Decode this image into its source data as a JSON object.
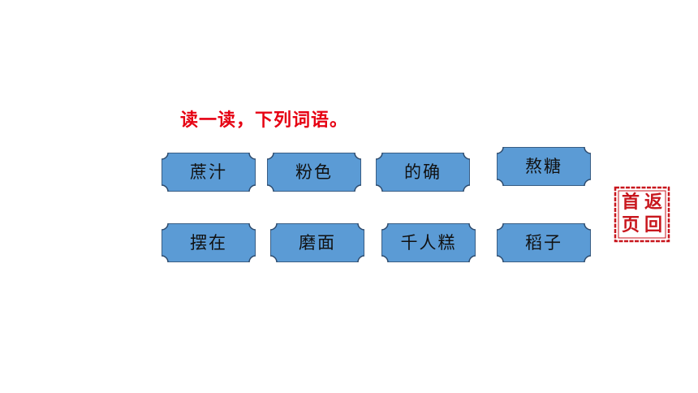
{
  "instruction": "读一读，下列词语。",
  "words": [
    "蔗汁",
    "粉色",
    "的确",
    "熬糖",
    "摆在",
    "磨面",
    "千人糕",
    "稻子"
  ],
  "home_button": {
    "chars": [
      "返",
      "回",
      "首",
      "页"
    ]
  },
  "colors": {
    "instruction": "#e60012",
    "card_fill": "#5b9bd5",
    "card_border": "#2e4a6b",
    "stamp": "#c8161d"
  }
}
